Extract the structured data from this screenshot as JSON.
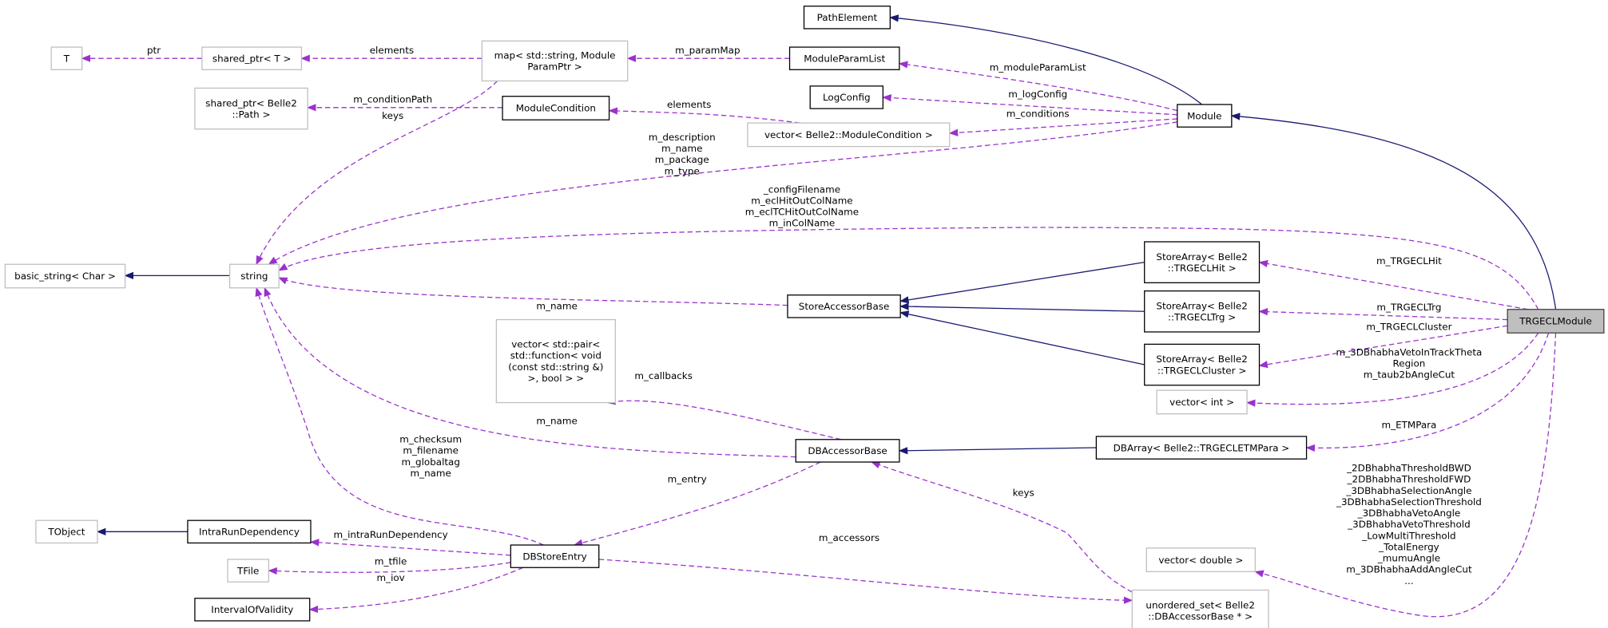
{
  "colors": {
    "inheritance": "#191970",
    "usage": "#9a32cd",
    "focus_fill": "#bfbfbf",
    "undocumented_border": "#bfbfbf"
  },
  "nodes": [
    {
      "id": "PathElement",
      "lines": [
        "PathElement"
      ],
      "kind": "doc"
    },
    {
      "id": "T",
      "lines": [
        "T"
      ],
      "kind": "undoc"
    },
    {
      "id": "shared_ptr_T",
      "lines": [
        "shared_ptr< T >"
      ],
      "kind": "undoc"
    },
    {
      "id": "map",
      "lines": [
        "map< std::string, Module",
        "ParamPtr >"
      ],
      "kind": "undoc"
    },
    {
      "id": "ModuleParamList",
      "lines": [
        "ModuleParamList"
      ],
      "kind": "doc"
    },
    {
      "id": "shared_ptr_path",
      "lines": [
        "shared_ptr< Belle2",
        "::Path >"
      ],
      "kind": "undoc"
    },
    {
      "id": "ModuleCondition",
      "lines": [
        "ModuleCondition"
      ],
      "kind": "doc"
    },
    {
      "id": "LogConfig",
      "lines": [
        "LogConfig"
      ],
      "kind": "doc"
    },
    {
      "id": "vector_modcond",
      "lines": [
        "vector< Belle2::ModuleCondition >"
      ],
      "kind": "undoc"
    },
    {
      "id": "Module",
      "lines": [
        "Module"
      ],
      "kind": "doc"
    },
    {
      "id": "basic_string",
      "lines": [
        "basic_string< Char >"
      ],
      "kind": "undoc"
    },
    {
      "id": "string",
      "lines": [
        "string"
      ],
      "kind": "undoc"
    },
    {
      "id": "storearray_hit",
      "lines": [
        "StoreArray< Belle2",
        "::TRGECLHit >"
      ],
      "kind": "doc"
    },
    {
      "id": "StoreAccessorBase",
      "lines": [
        "StoreAccessorBase"
      ],
      "kind": "doc"
    },
    {
      "id": "storearray_trg",
      "lines": [
        "StoreArray< Belle2",
        "::TRGECLTrg >"
      ],
      "kind": "doc"
    },
    {
      "id": "TRGECLModule",
      "lines": [
        "TRGECLModule"
      ],
      "kind": "focus"
    },
    {
      "id": "storearray_cluster",
      "lines": [
        "StoreArray< Belle2",
        "::TRGECLCluster >"
      ],
      "kind": "doc"
    },
    {
      "id": "vector_pair",
      "lines": [
        "vector< std::pair<",
        "std::function< void",
        "(const std::string &)",
        ">, bool > >"
      ],
      "kind": "undoc"
    },
    {
      "id": "vector_int",
      "lines": [
        "vector< int >"
      ],
      "kind": "undoc"
    },
    {
      "id": "DBAccessorBase",
      "lines": [
        "DBAccessorBase"
      ],
      "kind": "doc"
    },
    {
      "id": "DBArray",
      "lines": [
        "DBArray< Belle2::TRGECLETMPara >"
      ],
      "kind": "doc"
    },
    {
      "id": "TObject",
      "lines": [
        "TObject"
      ],
      "kind": "undoc"
    },
    {
      "id": "IntraRunDependency",
      "lines": [
        "IntraRunDependency"
      ],
      "kind": "doc"
    },
    {
      "id": "DBStoreEntry",
      "lines": [
        "DBStoreEntry"
      ],
      "kind": "doc"
    },
    {
      "id": "TFile",
      "lines": [
        "TFile"
      ],
      "kind": "undoc"
    },
    {
      "id": "vector_double",
      "lines": [
        "vector< double >"
      ],
      "kind": "undoc"
    },
    {
      "id": "IntervalOfValidity",
      "lines": [
        "IntervalOfValidity"
      ],
      "kind": "doc"
    },
    {
      "id": "unordered_set",
      "lines": [
        "unordered_set< Belle2",
        "::DBAccessorBase * >"
      ],
      "kind": "undoc"
    }
  ],
  "edges": [
    {
      "from": "Module",
      "to": "PathElement",
      "type": "inh",
      "labels": []
    },
    {
      "from": "TRGECLModule",
      "to": "Module",
      "type": "inh",
      "labels": []
    },
    {
      "from": "shared_ptr_T",
      "to": "T",
      "type": "use",
      "labels": [
        "ptr"
      ]
    },
    {
      "from": "map",
      "to": "shared_ptr_T",
      "type": "use",
      "labels": [
        "elements"
      ]
    },
    {
      "from": "ModuleParamList",
      "to": "map",
      "type": "use",
      "labels": [
        "m_paramMap"
      ]
    },
    {
      "from": "Module",
      "to": "ModuleParamList",
      "type": "use",
      "labels": [
        "m_moduleParamList"
      ]
    },
    {
      "from": "ModuleCondition",
      "to": "shared_ptr_path",
      "type": "use",
      "labels": [
        "m_conditionPath"
      ]
    },
    {
      "from": "map",
      "to": "string",
      "type": "use",
      "labels": [
        "keys"
      ]
    },
    {
      "from": "vector_modcond",
      "to": "ModuleCondition",
      "type": "use",
      "labels": [
        "elements"
      ]
    },
    {
      "from": "Module",
      "to": "LogConfig",
      "type": "use",
      "labels": [
        "m_logConfig"
      ]
    },
    {
      "from": "Module",
      "to": "vector_modcond",
      "type": "use",
      "labels": [
        "m_conditions"
      ]
    },
    {
      "from": "Module",
      "to": "string",
      "type": "use",
      "labels": [
        "m_description",
        "m_name",
        "m_package",
        "m_type"
      ]
    },
    {
      "from": "TRGECLModule",
      "to": "string",
      "type": "use",
      "labels": [
        "_configFilename",
        "m_eclHitOutColName",
        "m_eclTCHitOutColName",
        "m_inColName"
      ]
    },
    {
      "from": "TRGECLModule",
      "to": "storearray_hit",
      "type": "use",
      "labels": [
        "m_TRGECLHit"
      ]
    },
    {
      "from": "TRGECLModule",
      "to": "storearray_trg",
      "type": "use",
      "labels": [
        "m_TRGECLTrg"
      ]
    },
    {
      "from": "TRGECLModule",
      "to": "storearray_cluster",
      "type": "use",
      "labels": [
        "m_TRGECLCluster"
      ]
    },
    {
      "from": "TRGECLModule",
      "to": "vector_int",
      "type": "use",
      "labels": [
        "m_3DBhabhaVetoInTrackTheta",
        "Region",
        "m_taub2bAngleCut"
      ]
    },
    {
      "from": "TRGECLModule",
      "to": "DBArray",
      "type": "use",
      "labels": [
        "m_ETMPara"
      ]
    },
    {
      "from": "TRGECLModule",
      "to": "vector_double",
      "type": "use",
      "labels": [
        "_2DBhabhaThresholdBWD",
        "_2DBhabhaThresholdFWD",
        "_3DBhabhaSelectionAngle",
        "_3DBhabhaSelectionThreshold",
        "_3DBhabhaVetoAngle",
        "_3DBhabhaVetoThreshold",
        "_LowMultiThreshold",
        "_TotalEnergy",
        "_mumuAngle",
        "m_3DBhabhaAddAngleCut",
        "..."
      ]
    },
    {
      "from": "storearray_hit",
      "to": "StoreAccessorBase",
      "type": "inh",
      "labels": []
    },
    {
      "from": "storearray_trg",
      "to": "StoreAccessorBase",
      "type": "inh",
      "labels": []
    },
    {
      "from": "storearray_cluster",
      "to": "StoreAccessorBase",
      "type": "inh",
      "labels": []
    },
    {
      "from": "string",
      "to": "basic_string",
      "type": "inh",
      "labels": []
    },
    {
      "from": "StoreAccessorBase",
      "to": "string",
      "type": "use",
      "labels": [
        "m_name"
      ]
    },
    {
      "from": "DBAccessorBase",
      "to": "string",
      "type": "use",
      "labels": [
        "m_name"
      ]
    },
    {
      "from": "DBAccessorBase",
      "to": "vector_pair",
      "type": "use",
      "labels": [
        "m_callbacks"
      ]
    },
    {
      "from": "DBArray",
      "to": "DBAccessorBase",
      "type": "inh",
      "labels": []
    },
    {
      "from": "DBStoreEntry",
      "to": "string",
      "type": "use",
      "labels": [
        "m_checksum",
        "m_filename",
        "m_globaltag",
        "m_name"
      ]
    },
    {
      "from": "unordered_set",
      "to": "DBAccessorBase",
      "type": "use",
      "labels": [
        "keys"
      ]
    },
    {
      "from": "DBAccessorBase",
      "to": "DBStoreEntry",
      "type": "use",
      "labels": [
        "m_entry"
      ]
    },
    {
      "from": "IntraRunDependency",
      "to": "TObject",
      "type": "inh",
      "labels": []
    },
    {
      "from": "DBStoreEntry",
      "to": "IntraRunDependency",
      "type": "use",
      "labels": [
        "m_intraRunDependency"
      ]
    },
    {
      "from": "DBStoreEntry",
      "to": "TFile",
      "type": "use",
      "labels": [
        "m_tfile"
      ]
    },
    {
      "from": "DBStoreEntry",
      "to": "IntervalOfValidity",
      "type": "use",
      "labels": [
        "m_iov"
      ]
    },
    {
      "from": "DBStoreEntry",
      "to": "unordered_set",
      "type": "use",
      "labels": [
        "m_accessors"
      ]
    }
  ]
}
